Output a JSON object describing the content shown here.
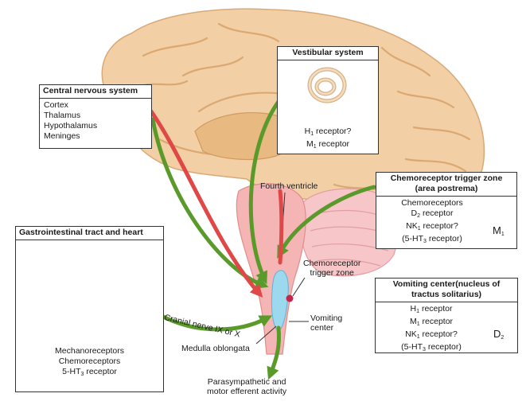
{
  "colors": {
    "brain": "#f2cfa4",
    "brain_fold": "#dba872",
    "brainstem": "#f5b5b5",
    "cerebellum": "#f6c6c8",
    "green_arrow": "#5a9a2a",
    "red_arrow": "#e04848",
    "ventricle": "#9cd8ee",
    "heart_red": "#c8303a",
    "heart_blue": "#5468b8",
    "stomach": "#f4a2a2",
    "trigger_dot": "#c3264a"
  },
  "boxes": {
    "cns": {
      "title": "Central nervous system",
      "items": [
        "Cortex",
        "Thalamus",
        "Hypothalamus",
        "Meninges"
      ]
    },
    "vestibular": {
      "title": "Vestibular system",
      "items": [
        {
          "pre": "H",
          "sub": "1",
          "post": " receptor?"
        },
        {
          "pre": "M",
          "sub": "1",
          "post": " receptor"
        }
      ]
    },
    "ctz": {
      "title_line1": "Chemoreceptor trigger zone",
      "title_line2": "(area postrema)",
      "items": [
        {
          "pre": "Chemoreceptors",
          "sub": "",
          "post": ""
        },
        {
          "pre": "D",
          "sub": "2",
          "post": " receptor"
        },
        {
          "pre": "NK",
          "sub": "1",
          "post": " receptor?"
        },
        {
          "pre": "(5-HT",
          "sub": "3",
          "post": " receptor)"
        }
      ],
      "side_label": {
        "pre": "M",
        "sub": "1"
      }
    },
    "gi": {
      "title": "Gastrointestinal tract and heart",
      "items": [
        {
          "pre": "Mechanoreceptors",
          "sub": "",
          "post": ""
        },
        {
          "pre": "Chemoreceptors",
          "sub": "",
          "post": ""
        },
        {
          "pre": "5-HT",
          "sub": "3",
          "post": " receptor"
        }
      ]
    },
    "vomiting": {
      "title_line1": "Vomiting center(nucleus of",
      "title_line2": "tractus solitarius)",
      "items": [
        {
          "pre": "H",
          "sub": "1",
          "post": " receptor"
        },
        {
          "pre": "M",
          "sub": "1",
          "post": " receptor"
        },
        {
          "pre": "NK",
          "sub": "1",
          "post": " receptor?"
        },
        {
          "pre": "(5-HT",
          "sub": "3",
          "post": " receptor)"
        }
      ],
      "side_label": {
        "pre": "D",
        "sub": "2"
      }
    }
  },
  "labels": {
    "fourth_ventricle": "Fourth ventricle",
    "ctz_line1": "Chemoreceptor",
    "ctz_line2": "trigger zone",
    "vomiting_line1": "Vomiting",
    "vomiting_line2": "center",
    "medulla": "Medulla oblongata",
    "cranial_nerve": "Cranial nerve IX or X",
    "output_line1": "Parasympathetic and",
    "output_line2": "motor efferent activity"
  }
}
